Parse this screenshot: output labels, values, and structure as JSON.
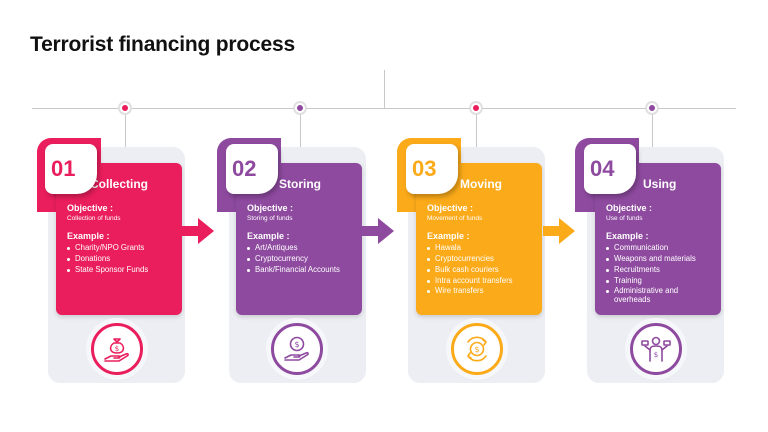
{
  "title": "Terrorist financing process",
  "colors": {
    "magenta": "#ea1e5c",
    "purple": "#8e4a9f",
    "orange": "#fbaa19"
  },
  "steps": [
    {
      "number": "01",
      "name": "Collecting",
      "objective_label": "Objective :",
      "objective": "Collection of funds",
      "example_label": "Example :",
      "examples": [
        "Charity/NPO Grants",
        "Donations",
        "State Sponsor Funds"
      ],
      "icon": "money-bag-hand-icon"
    },
    {
      "number": "02",
      "name": "Storing",
      "objective_label": "Objective :",
      "objective": "Storing of funds",
      "example_label": "Example :",
      "examples": [
        "Art/Antiques",
        "Cryptocurrency",
        "Bank/Financial Accounts"
      ],
      "icon": "coin-hand-icon"
    },
    {
      "number": "03",
      "name": "Moving",
      "objective_label": "Objective :",
      "objective": "Movement of funds",
      "example_label": "Example :",
      "examples": [
        "Hawala",
        "Cryptocurrencies",
        "Bulk cash couriers",
        "Intra account transfers",
        "Wire transfers"
      ],
      "icon": "money-transfer-icon"
    },
    {
      "number": "04",
      "name": "Using",
      "objective_label": "Objective :",
      "objective": "Use of funds",
      "example_label": "Example :",
      "examples": [
        "Communication",
        "Weapons and materials",
        "Recruitments",
        "Training",
        "Administrative and overheads"
      ],
      "icon": "money-person-icon"
    }
  ]
}
